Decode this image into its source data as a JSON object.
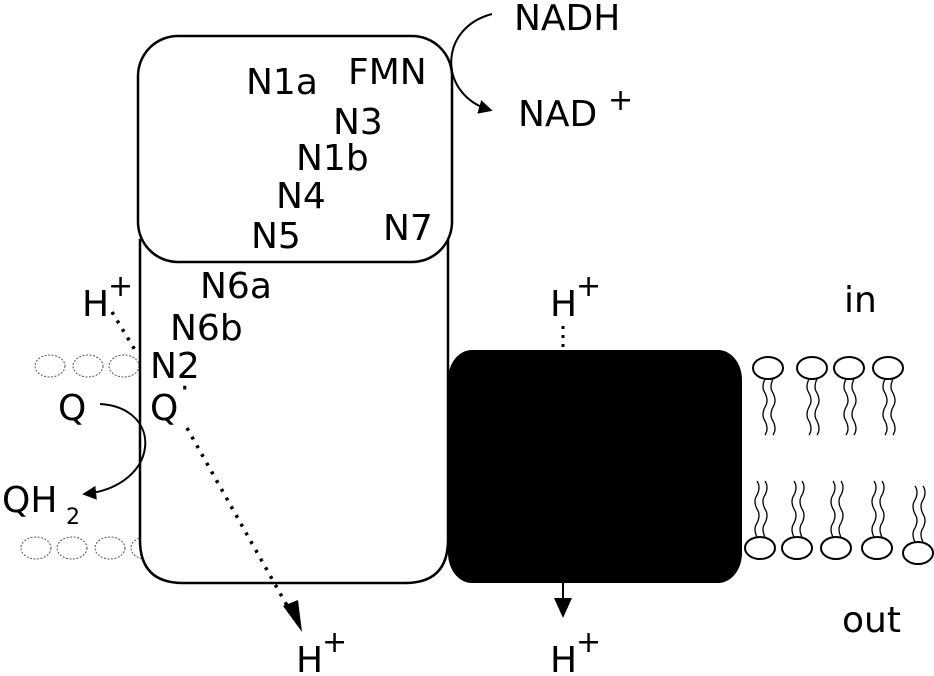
{
  "labels": {
    "nadh": "NADH",
    "nad": "NAD",
    "nad_sup": "+",
    "fmn": "FMN",
    "n1a": "N1a",
    "n3": "N3",
    "n1b": "N1b",
    "n4": "N4",
    "n5": "N5",
    "n7": "N7",
    "n6a": "N6a",
    "n6b": "N6b",
    "n2": "N2",
    "q": "Q",
    "q_radical": "Q",
    "q_radical_sup": "·",
    "qh": "QH",
    "qh_sub": "2",
    "h": "H",
    "h_sup": "+",
    "in": "in",
    "out": "out"
  },
  "colors": {
    "stroke": "#000000",
    "fill_dark": "#000000",
    "background": "#ffffff"
  }
}
